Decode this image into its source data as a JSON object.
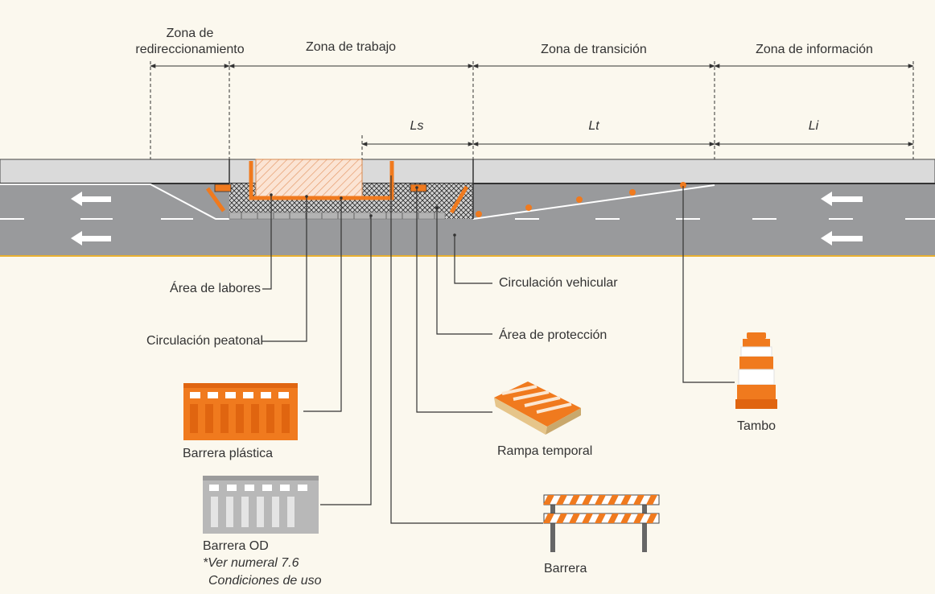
{
  "zones": {
    "redirect_line1": "Zona de",
    "redirect_line2": "redireccionamiento",
    "work": "Zona de trabajo",
    "transition": "Zona de transición",
    "info": "Zona de información"
  },
  "dims": {
    "ls": "Ls",
    "lt": "Lt",
    "li": "Li"
  },
  "callouts": {
    "work_area": "Área de labores",
    "pedestrian": "Circulación peatonal",
    "vehicle": "Circulación vehicular",
    "protection": "Área de protección",
    "plastic_barrier": "Barrera plástica",
    "ramp": "Rampa temporal",
    "drum": "Tambo",
    "od_barrier": "Barrera OD",
    "od_note1": "*Ver numeral 7.6",
    "od_note2": "Condiciones de uso",
    "barricade": "Barrera"
  },
  "colors": {
    "orange": "#f07a1e",
    "asphalt": "#999a9c",
    "sidewalk": "#dadada",
    "background": "#fbf8ee",
    "od_gray": "#b3b3b3"
  }
}
